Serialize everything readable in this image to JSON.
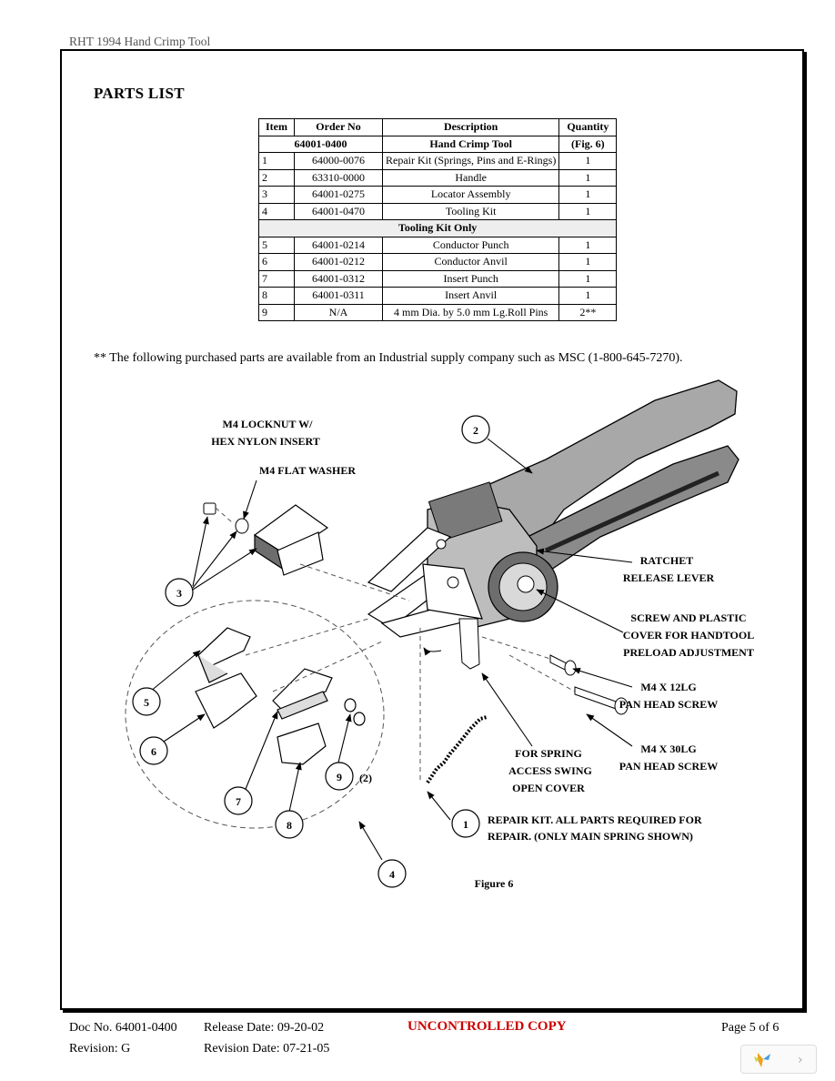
{
  "header": {
    "running_title": "RHT 1994 Hand Crimp Tool"
  },
  "title": "PARTS LIST",
  "table": {
    "headers": [
      "Item",
      "Order No",
      "Description",
      "Quantity"
    ],
    "main": {
      "order_no": "64001-0400",
      "desc": "Hand Crimp Tool",
      "qty": "(Fig. 6)"
    },
    "rows1": [
      {
        "item": "1",
        "order": "64000-0076",
        "desc": "Repair Kit (Springs, Pins and E-Rings)",
        "qty": "1"
      },
      {
        "item": "2",
        "order": "63310-0000",
        "desc": "Handle",
        "qty": "1"
      },
      {
        "item": "3",
        "order": "64001-0275",
        "desc": "Locator Assembly",
        "qty": "1"
      },
      {
        "item": "4",
        "order": "64001-0470",
        "desc": "Tooling Kit",
        "qty": "1"
      }
    ],
    "group_label": "Tooling Kit Only",
    "rows2": [
      {
        "item": "5",
        "order": "64001-0214",
        "desc": "Conductor Punch",
        "qty": "1"
      },
      {
        "item": "6",
        "order": "64001-0212",
        "desc": "Conductor Anvil",
        "qty": "1"
      },
      {
        "item": "7",
        "order": "64001-0312",
        "desc": "Insert Punch",
        "qty": "1"
      },
      {
        "item": "8",
        "order": "64001-0311",
        "desc": "Insert Anvil",
        "qty": "1"
      },
      {
        "item": "9",
        "order": "N/A",
        "desc": "4 mm Dia. by 5.0 mm Lg.Roll Pins",
        "qty": "2**"
      }
    ]
  },
  "note": "** The following purchased parts are available from an Industrial supply company such as MSC (1-800-645-7270).",
  "figure": {
    "caption": "Figure 6",
    "callouts": {
      "locknut_1": "M4 LOCKNUT W/",
      "locknut_2": "HEX NYLON INSERT",
      "washer": "M4 FLAT WASHER",
      "ratchet_1": "RATCHET",
      "ratchet_2": "RELEASE LEVER",
      "screw_1": "SCREW AND PLASTIC",
      "screw_2": "COVER FOR HANDTOOL",
      "screw_3": "PRELOAD ADJUSTMENT",
      "m4x12_1": "M4 X 12LG",
      "m4x12_2": "PAN HEAD SCREW",
      "m4x30_1": "M4 X 30LG",
      "m4x30_2": "PAN HEAD SCREW",
      "spring_1": "FOR SPRING",
      "spring_2": "ACCESS SWING",
      "spring_3": "OPEN COVER",
      "repair_1": "REPAIR KIT. ALL PARTS REQUIRED FOR",
      "repair_2": "REPAIR. (ONLY MAIN SPRING SHOWN)",
      "qty9": "(2)"
    },
    "balloons": [
      "1",
      "2",
      "3",
      "4",
      "5",
      "6",
      "7",
      "8",
      "9"
    ]
  },
  "footer": {
    "doc_no": "Doc No.  64001-0400",
    "release": "Release Date: 09-20-02",
    "stamp": "UNCONTROLLED COPY",
    "page": "Page 5 of 6",
    "revision": "Revision: G",
    "revision_date": "Revision Date: 07-21-05"
  }
}
